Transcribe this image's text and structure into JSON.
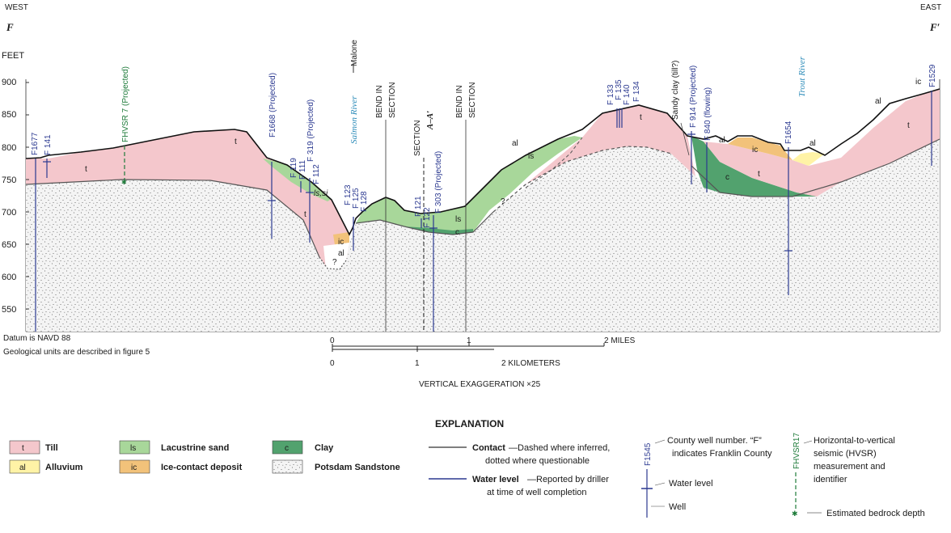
{
  "labels": {
    "west": "WEST",
    "east": "EAST",
    "f_left": "F",
    "f_right": "F′",
    "feet": "FEET",
    "datum": "Datum is NAVD 88",
    "units_note": "Geological units are described in figure 5",
    "vert_exag": "VERTICAL EXAGGERATION ×25",
    "miles": "2 MILES",
    "km": "2 KILOMETERS",
    "scale_0": "0",
    "scale_1": "1",
    "malone": "Malone",
    "salmon_river": "Salmon River",
    "trout_river": "Trout River",
    "bend1a": "BEND IN",
    "bend1b": "SECTION",
    "sectionA": "SECTION",
    "sectionA2": "A–A′",
    "bend2a": "BEND IN",
    "bend2b": "SECTION",
    "sandy_clay": "Sandy clay (till?)",
    "hvsr_projected": "FHVSR 7 (Projected)"
  },
  "y_ticks": [
    "900",
    "850",
    "800",
    "750",
    "700",
    "650",
    "600",
    "550"
  ],
  "wells": [
    "F1677",
    "F 141",
    "F1668 (Projected)",
    "F 119",
    "F 111",
    "F 112",
    "F 319 (Projected)",
    "F 123",
    "F 125",
    "F 128",
    "F 121",
    "F 122",
    "F 303 (Projected)",
    "F 133",
    "F 135",
    "F 140",
    "F 134",
    "F 914 (Projected)",
    "F 840 (flowing)",
    "F1654",
    "F1529"
  ],
  "unit_labels": {
    "t": "t",
    "ls": "ls",
    "al": "al",
    "ic": "ic",
    "c": "c",
    "q": "?",
    "ls_si": "ls,si"
  },
  "explanation": {
    "title": "EXPLANATION",
    "items": [
      {
        "code": "t",
        "name": "Till",
        "color": "#f4c7cc"
      },
      {
        "code": "al",
        "name": "Alluvium",
        "color": "#fff3a6"
      },
      {
        "code": "ls",
        "name": "Lacustrine sand",
        "color": "#a8d79a"
      },
      {
        "code": "ic",
        "name": "Ice-contact deposit",
        "color": "#f2c27a"
      },
      {
        "code": "c",
        "name": "Clay",
        "color": "#52a26e"
      },
      {
        "code": "",
        "name": "Potsdam Sandstone",
        "color": "#f2f2f2"
      }
    ],
    "contact_title": "Contact",
    "contact_desc1": "—Dashed where inferred,",
    "contact_desc2": "dotted where questionable",
    "water_title": "Water level",
    "water_desc1": "—Reported by driller",
    "water_desc2": "at time of well completion",
    "well_example": "F1545",
    "county_1": "County well number. “F”",
    "county_2": "indicates Franklin County",
    "water_level": "Water level",
    "well": "Well",
    "hvsr_example": "FHVSR17",
    "hvsr_1": "Horizontal-to-vertical",
    "hvsr_2": "seismic (HVSR)",
    "hvsr_3": "measurement and",
    "hvsr_4": "identifier",
    "bedrock": "Estimated bedrock depth"
  },
  "colors": {
    "till": "#f4c7cc",
    "alluvium": "#fff3a6",
    "lacustrine": "#a8d79a",
    "ice_contact": "#f2c27a",
    "clay": "#52a26e",
    "well": "#2b3990",
    "hvsr": "#1e7b3a",
    "river": "#2a8ab8"
  }
}
